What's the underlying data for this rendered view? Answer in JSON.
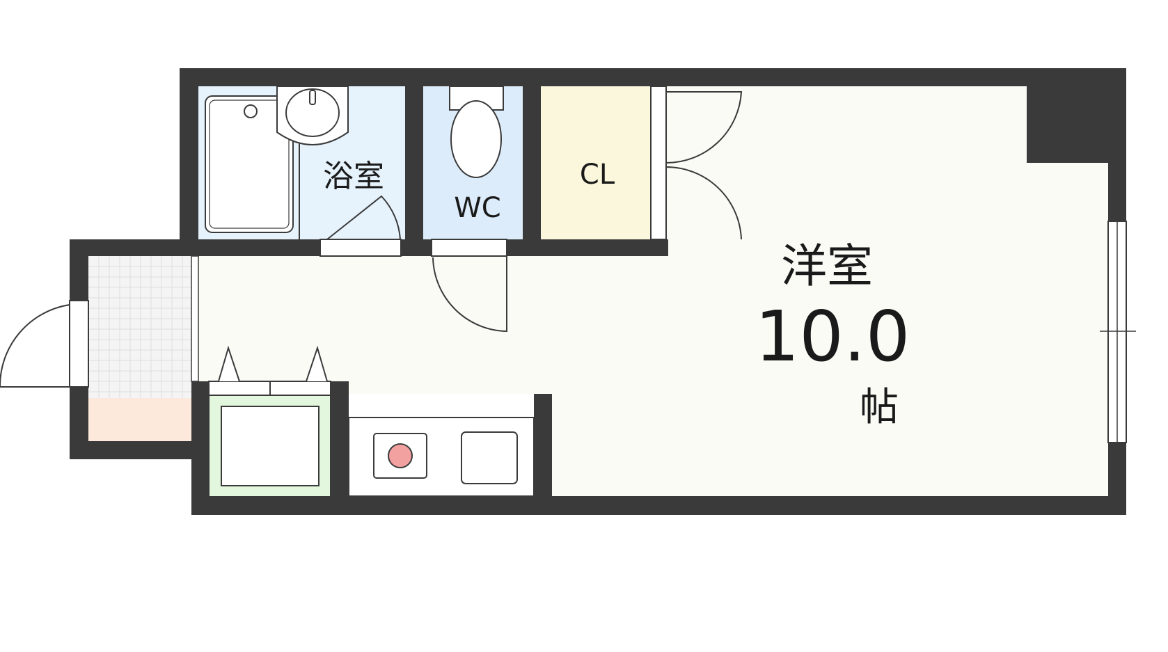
{
  "labels": {
    "bathroom": "浴室",
    "toilet": "WC",
    "closet": "CL",
    "western_room": "洋室",
    "area_value": "10.0",
    "area_unit": "帖"
  },
  "colors": {
    "wall": "#3a3a3a",
    "bathroom_fill": "#e6f2fc",
    "toilet_fill": "#dcecfa",
    "closet_fill": "#fbf7dd",
    "main_fill": "#fbfbf6",
    "entrance_fill": "#f4f4f4",
    "entrance_step_fill": "#fde9dc",
    "washer_fill": "#e3f6de",
    "stove_burner": "#f2a0a0"
  },
  "icons": {
    "bathtub": "bathtub-icon",
    "sink": "sink-icon",
    "toilet": "toilet-icon",
    "washer": "washing-machine-icon",
    "stove": "stove-burner-icon"
  }
}
